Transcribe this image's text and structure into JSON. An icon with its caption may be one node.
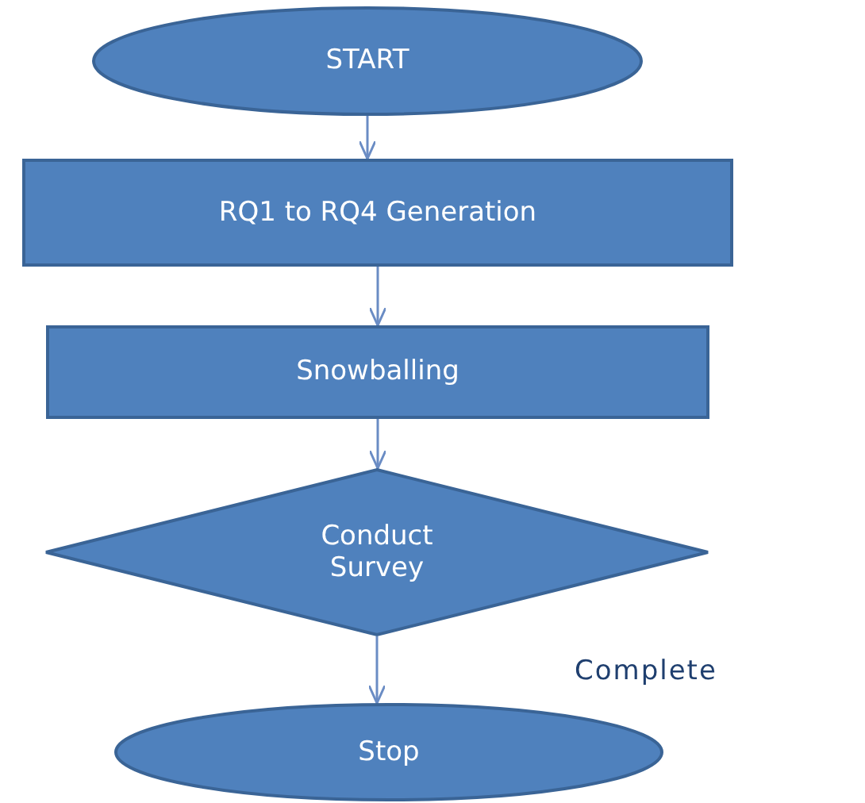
{
  "diagram": {
    "nodes": [
      {
        "text": [
          "START"
        ]
      },
      {
        "text": [
          "RQ1 to RQ4 Generation"
        ]
      },
      {
        "text": [
          "Snowballing"
        ]
      },
      {
        "text": [
          "Conduct Survey"
        ]
      },
      {
        "text": [
          "Stop"
        ]
      }
    ],
    "edges": [
      {
        "from": 0,
        "to": 1,
        "arrow": "to"
      },
      {
        "from": 1,
        "to": 2,
        "arrow": "to"
      },
      {
        "from": 2,
        "to": 3,
        "arrow": "to"
      },
      {
        "from": 3,
        "to": 4,
        "arrow": "to"
      }
    ],
    "labels": [
      "Complete"
    ]
  }
}
